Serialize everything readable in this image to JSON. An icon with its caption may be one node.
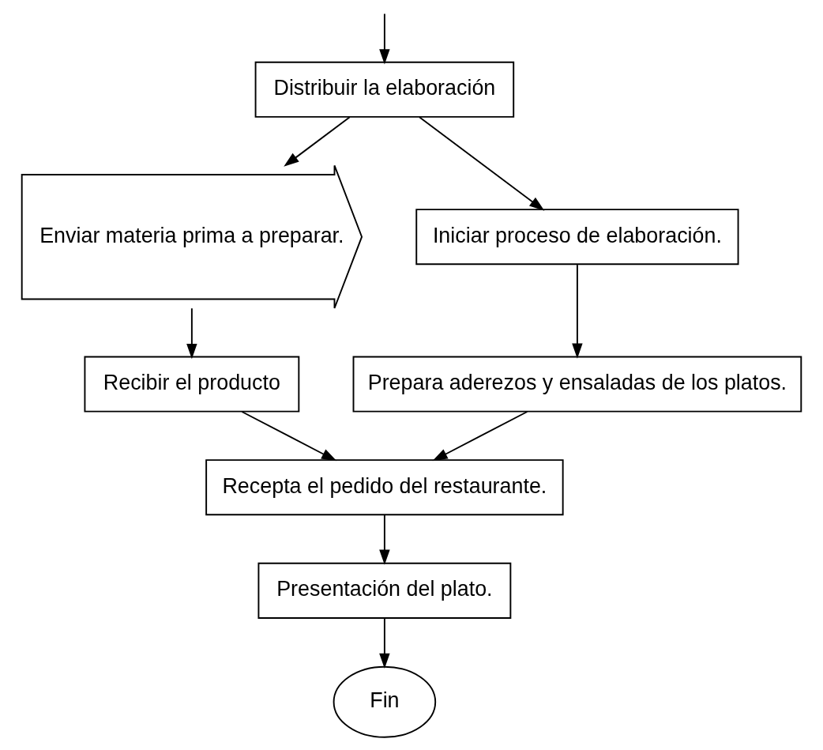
{
  "diagram": {
    "nodes": [
      {
        "text": [
          "Distribuir la elaboración"
        ]
      },
      {
        "text": [
          "Enviar materia prima a preparar."
        ]
      },
      {
        "text": [
          "Recibir el producto"
        ]
      },
      {
        "text": [
          "Iniciar proceso de elaboración."
        ]
      },
      {
        "text": [
          "Prepara aderezos y ensaladas de los platos."
        ]
      },
      {
        "text": [
          "Recepta el pedido del restaurante."
        ]
      },
      {
        "text": [
          "Presentación del plato."
        ]
      },
      {
        "text": [
          "Fin"
        ]
      }
    ],
    "edges": [
      {
        "from": null,
        "to": 0,
        "arrow": "to"
      },
      {
        "from": 0,
        "to": 1,
        "arrow": "to"
      },
      {
        "from": 0,
        "to": 3,
        "arrow": "to"
      },
      {
        "from": 1,
        "to": 2,
        "arrow": "to"
      },
      {
        "from": 3,
        "to": 4,
        "arrow": "to"
      },
      {
        "from": 2,
        "to": 5,
        "arrow": "to"
      },
      {
        "from": 4,
        "to": 5,
        "arrow": "to"
      },
      {
        "from": 5,
        "to": 6,
        "arrow": "to"
      },
      {
        "from": 6,
        "to": 7,
        "arrow": "to"
      }
    ]
  }
}
